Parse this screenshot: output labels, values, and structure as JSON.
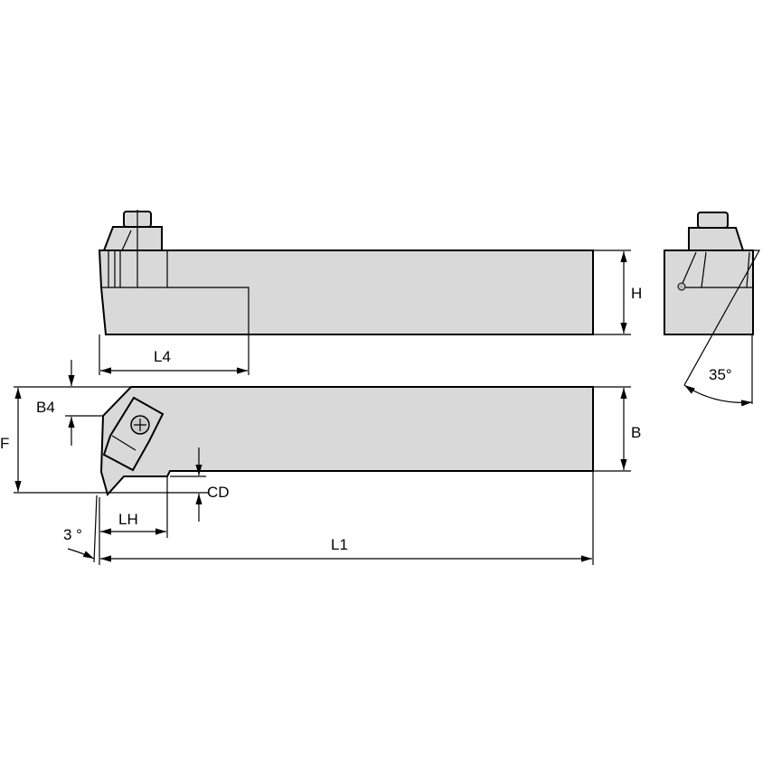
{
  "labels": {
    "L4": "L4",
    "H": "H",
    "angle_35": "35°",
    "B4": "B4",
    "F": "F",
    "B": "B",
    "CD": "CD",
    "LH": "LH",
    "L1": "L1",
    "angle_3": "3 °"
  },
  "colors": {
    "body_fill": "#d9d9d9",
    "line": "#000000"
  }
}
